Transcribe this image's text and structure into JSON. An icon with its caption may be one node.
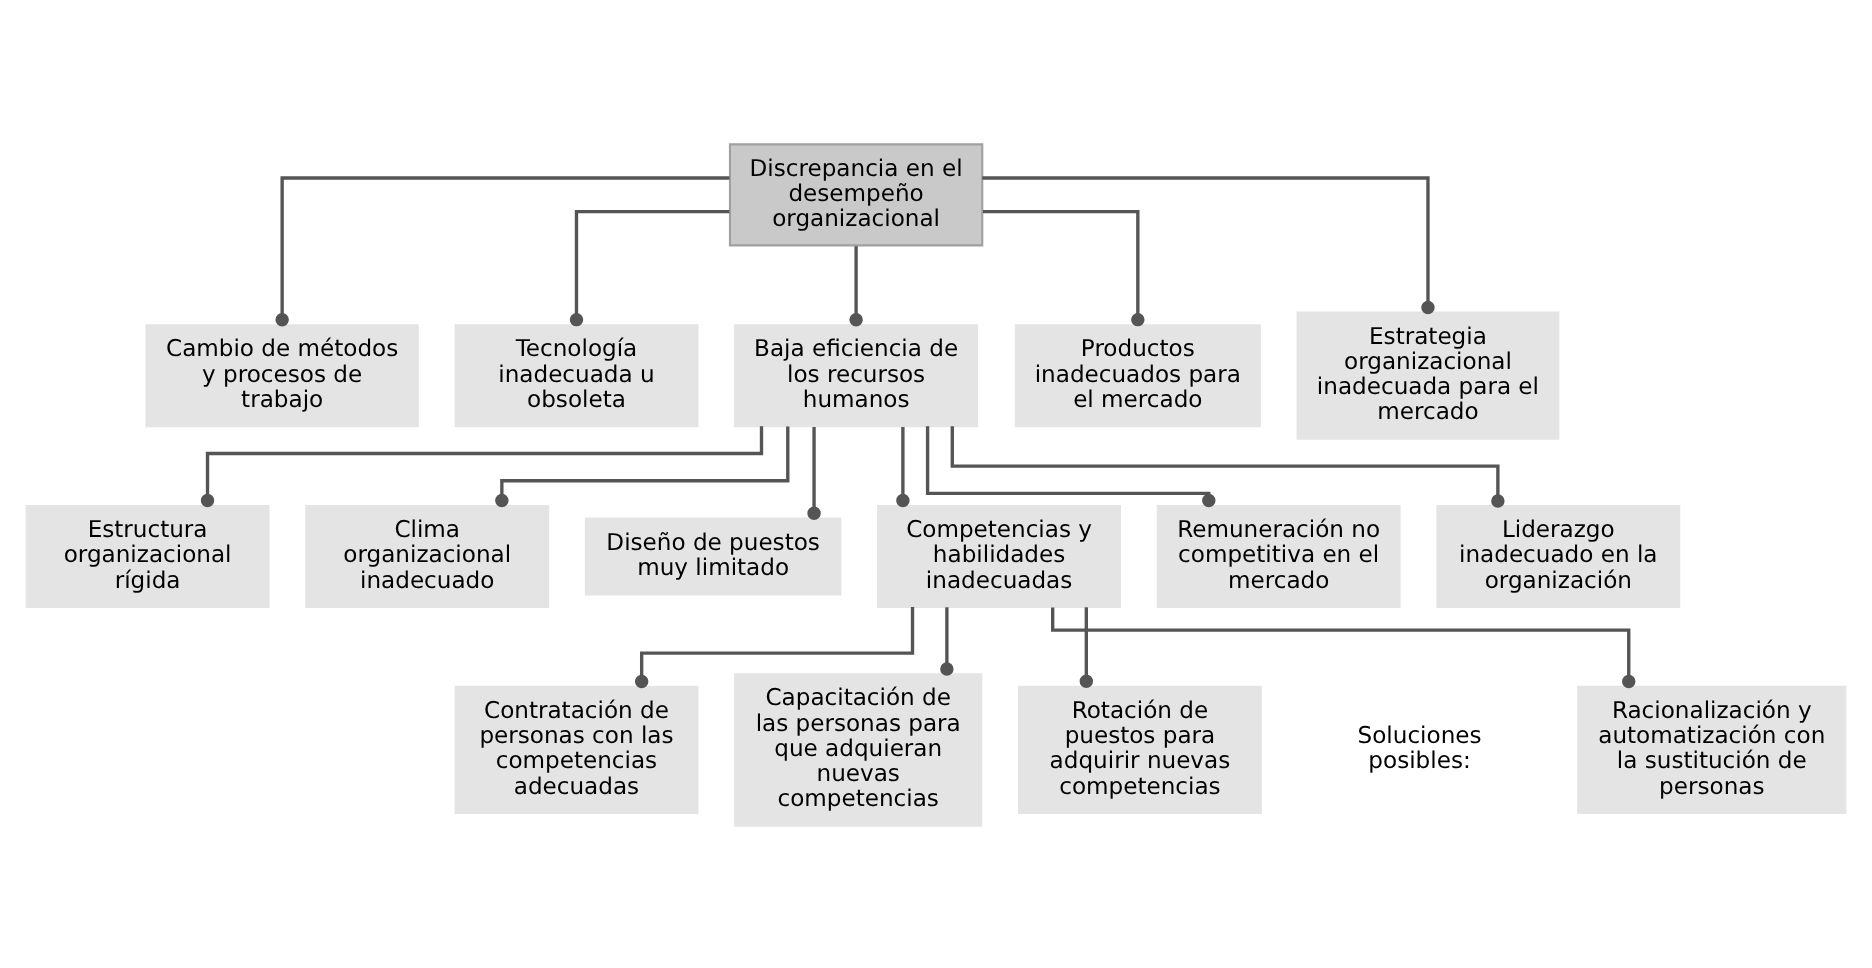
{
  "diagram": {
    "nodes": [
      {
        "text": [
          "Discrepancia en el desempeño organizacional"
        ]
      },
      {
        "text": [
          "Cambio de métodos y procesos de trabajo"
        ]
      },
      {
        "text": [
          "Tecnología inadecuada u obsoleta"
        ]
      },
      {
        "text": [
          "Baja eficiencia de los recursos humanos"
        ]
      },
      {
        "text": [
          "Productos inadecuados para el mercado"
        ]
      },
      {
        "text": [
          "Estrategia organizacional inadecuada para el mercado"
        ]
      },
      {
        "text": [
          "Estructura organizacional rígida"
        ]
      },
      {
        "text": [
          "Clima organizacional inadecuado"
        ]
      },
      {
        "text": [
          "Diseño de puestos muy limitado"
        ]
      },
      {
        "text": [
          "Competencias y habilidades inadecuadas"
        ]
      },
      {
        "text": [
          "Remuneración no competitiva en el mercado"
        ]
      },
      {
        "text": [
          "Liderazgo inadecuado en la organización"
        ]
      },
      {
        "text": [
          "Racionalización y automatización con la sustitución de personas"
        ]
      },
      {
        "text": [
          "Contratación de personas con las competencias adecuadas"
        ]
      },
      {
        "text": [
          "Capacitación de las personas para que adquieran nuevas competencias"
        ]
      },
      {
        "text": [
          "Rotación de puestos para adquirir nuevas competencias"
        ]
      }
    ],
    "edges": [
      {
        "from": 0,
        "to": 1,
        "arrow": "other"
      },
      {
        "from": 0,
        "to": 2,
        "arrow": "other"
      },
      {
        "from": 0,
        "to": 3,
        "arrow": "other"
      },
      {
        "from": 0,
        "to": 4,
        "arrow": "other"
      },
      {
        "from": 0,
        "to": 5,
        "arrow": "other"
      },
      {
        "from": 3,
        "to": 6,
        "arrow": "other"
      },
      {
        "from": 3,
        "to": 7,
        "arrow": "other"
      },
      {
        "from": 3,
        "to": 8,
        "arrow": "other"
      },
      {
        "from": 3,
        "to": 9,
        "arrow": "other"
      },
      {
        "from": 3,
        "to": 10,
        "arrow": "other"
      },
      {
        "from": 3,
        "to": 11,
        "arrow": "other"
      },
      {
        "from": 9,
        "to": 12,
        "arrow": "other"
      },
      {
        "from": 9,
        "to": 13,
        "arrow": "other"
      },
      {
        "from": 9,
        "to": 14,
        "arrow": "other"
      },
      {
        "from": 9,
        "to": 15,
        "arrow": "other"
      }
    ],
    "labels": [
      "Soluciones posibles:"
    ]
  }
}
